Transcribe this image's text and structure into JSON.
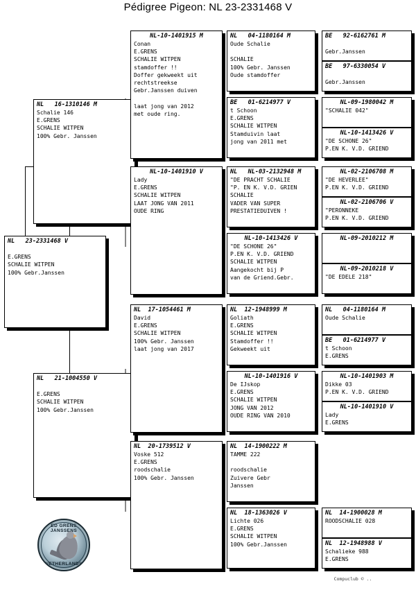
{
  "title": "Pédigree Pigeon: NL  23-2331468 V",
  "footer": "Compuclub © ..",
  "logo": {
    "top_text": "ED GRENS JANSSENS",
    "bottom_text": "NETHERLANDS",
    "alt": "pigeon-badge"
  },
  "boxes": {
    "subject": {
      "ring": "NL   23-2331468 V",
      "lines": [
        "",
        "E.GRENS",
        "SCHALIE WITPEN",
        "100% Gebr.Janssen"
      ]
    },
    "sire": {
      "ring": "NL   16-1310146 M",
      "lines": [
        "Schalie 146",
        "E.GRENS",
        "SCHALIE WITPEN",
        "100% Gebr. Janssen"
      ]
    },
    "dam": {
      "ring": "NL   21-1004550 V",
      "lines": [
        "",
        "E.GRENS",
        "SCHALIE WITPEN",
        "100% Gebr.Janssen"
      ]
    },
    "g1": {
      "ring": "NL-10-1401915 M",
      "lines": [
        "Conan",
        "E.GRENS",
        "SCHALIE WITPEN",
        "stamdoffer !!",
        "Doffer gekweekt uit",
        "rechtstreekse",
        "Gebr.Janssen duiven",
        "",
        "laat jong van 2012",
        "met oude ring."
      ]
    },
    "g2": {
      "ring": "NL-10-1401910 V",
      "lines": [
        "Lady",
        "E.GRENS",
        "SCHALIE WITPEN",
        "LAAT JONG VAN 2011",
        "OUDE RING"
      ]
    },
    "g3": {
      "ring": "NL  17-1054461 M",
      "lines": [
        "David",
        "E.GRENS",
        "SCHALIE WITPEN",
        "100% Gebr. Janssen",
        "laat jong van 2017"
      ]
    },
    "g4": {
      "ring": "NL  20-1739512 V",
      "lines": [
        "Voske 512",
        "E.GRENS",
        "roodschalie",
        "100% Gebr. Janssen"
      ]
    },
    "gg1": {
      "ring": "NL   04-1180164 M",
      "lines": [
        "Oude Schalie",
        "",
        "SCHALIE",
        "100% Gebr. Janssen",
        "Oude stamdoffer"
      ]
    },
    "gg2": {
      "ring": "BE   01-6214977 V",
      "lines": [
        "t Schoon",
        "E.GRENS",
        "SCHALIE WITPEN",
        "Stamduivin laat",
        "jong van 2011 met"
      ]
    },
    "gg3": {
      "ring": "NL   NL-03-2132948 M",
      "lines": [
        "\"DE PRACHT SCHALIE",
        "\"P. EN K. V.D. GRIEN",
        "SCHALIE",
        "VADER VAN SUPER",
        "PRESTATIEDUIVEN !"
      ]
    },
    "gg4": {
      "ring": "NL-10-1413426 V",
      "lines": [
        "\"DE SCHONE 26\"",
        "P.EN K. V.D. GRIEND",
        "SCHALIE WITPEN",
        "Aangekocht bij P",
        "van de Griend.Gebr."
      ]
    },
    "gg5": {
      "ring": "NL  12-1948999 M",
      "lines": [
        "Goliath",
        "E.GRENS",
        "SCHALIE WITPEN",
        "Stamdoffer !!",
        "Gekweekt uit"
      ]
    },
    "gg6": {
      "ring": "NL-10-1401916 V",
      "lines": [
        "De IJskop",
        "E.GRENS",
        "SCHALIE WITPEN",
        "JONG VAN 2012",
        "OUDE RING VAN 2010"
      ]
    },
    "gg7": {
      "ring": "NL  14-1900222 M",
      "lines": [
        "TAMME 222",
        "",
        "roodschalie",
        "Zuivere Gebr",
        "Janssen"
      ]
    },
    "gg8": {
      "ring": "NL  18-1363026 V",
      "lines": [
        "Lichte 026",
        "E.GRENS",
        "SCHALIE WITPEN",
        "100% Gebr.Janssen"
      ]
    },
    "ggg1": {
      "ring": "BE   92-6162761 M",
      "lines": [
        "Gebr.Janssen"
      ]
    },
    "ggg2": {
      "ring": "BE   97-6330054 V",
      "lines": [
        "Gebr.Janssen"
      ]
    },
    "ggg3": {
      "ring": "NL-09-1980042 M",
      "lines": [
        "\"SCHALIE 042\""
      ]
    },
    "ggg4": {
      "ring": "NL-10-1413426 V",
      "lines": [
        "\"DE SCHONE 26\"",
        "P.EN K. V.D. GRIEND"
      ]
    },
    "ggg5": {
      "ring": "NL-02-2106708 M",
      "lines": [
        "\"DE HEVERLEE\"",
        "P.EN K. V.D. GRIEND"
      ]
    },
    "ggg6": {
      "ring": "NL-02-2106706 V",
      "lines": [
        "\"PERONNEKE",
        "P.EN K. V.D. GRIEND"
      ]
    },
    "ggg7": {
      "ring": "NL-09-2010212 M",
      "lines": [
        ""
      ]
    },
    "ggg8": {
      "ring": "NL-09-2010218 V",
      "lines": [
        "\"DE EDELE 218\""
      ]
    },
    "ggg9": {
      "ring": "NL   04-1180164 M",
      "lines": [
        "Oude Schalie"
      ]
    },
    "ggg10": {
      "ring": "BE   01-6214977 V",
      "lines": [
        "t Schoon",
        "E.GRENS"
      ]
    },
    "ggg11": {
      "ring": "NL-10-1401903 M",
      "lines": [
        "Dikke 03",
        "P.EN K. V.D. GRIEND"
      ]
    },
    "ggg12": {
      "ring": "NL-10-1401910 V",
      "lines": [
        "Lady",
        "E.GRENS"
      ]
    },
    "ggg13": {
      "ring": "NL  14-1900028 M",
      "lines": [
        "ROODSCHALIE 028"
      ]
    },
    "ggg14": {
      "ring": "NL  12-1948988 V",
      "lines": [
        "Schalieke 988",
        "E.GRENS"
      ]
    }
  }
}
